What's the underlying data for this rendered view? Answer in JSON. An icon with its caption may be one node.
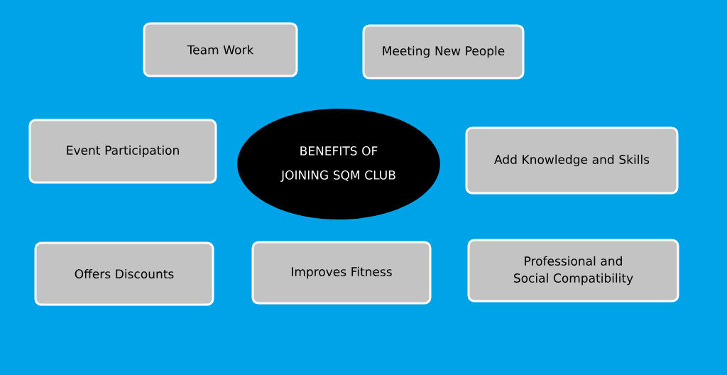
{
  "diagram": {
    "nodes": [
      {
        "text": [
          "Team Work"
        ]
      },
      {
        "text": [
          "Meeting New People"
        ]
      },
      {
        "text": [
          "Event Participation"
        ]
      },
      {
        "text": [
          "BENEFITS OF JOINING SQM CLUB"
        ]
      },
      {
        "text": [
          "Add Knowledge and Skills"
        ]
      },
      {
        "text": [
          "Offers Discounts"
        ]
      },
      {
        "text": [
          "Improves Fitness"
        ]
      },
      {
        "text": [
          "Professional and Social Compatibility"
        ]
      }
    ]
  }
}
